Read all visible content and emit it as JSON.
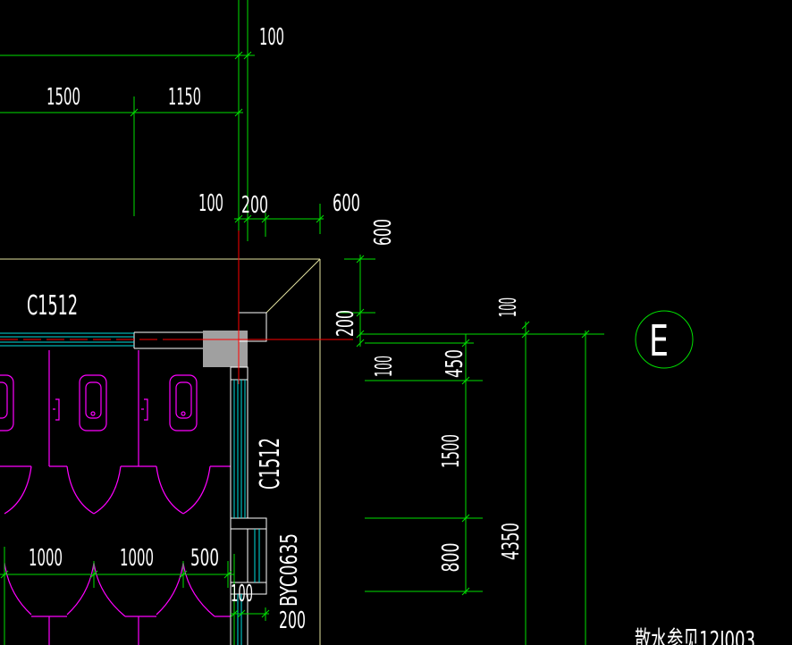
{
  "colors": {
    "background": "#000000",
    "dimension": "#00e000",
    "text": "#ffffff",
    "wall": "#ffffff",
    "window": "#00e0e0",
    "fixture": "#ff00ff",
    "axis": "#ff0000",
    "column_fill": "#a0a0a0",
    "outline": "#e4e4a0"
  },
  "dims": {
    "top": [
      "100"
    ],
    "row1": [
      "1500",
      "1150"
    ],
    "row2": [
      "100",
      "200",
      "600"
    ],
    "column_vertical": [
      "600",
      "200"
    ],
    "right_stack": [
      "100",
      "100",
      "450",
      "1500",
      "800",
      "4350"
    ],
    "bottom_row": [
      "1000",
      "1000",
      "500"
    ],
    "bottom_small": [
      "100",
      "200"
    ]
  },
  "labels": {
    "window_north": "C1512",
    "window_east": "C1512",
    "window_byc": "BYC0635",
    "grid_axis": "E",
    "apron_note": "散水参见12J003"
  }
}
